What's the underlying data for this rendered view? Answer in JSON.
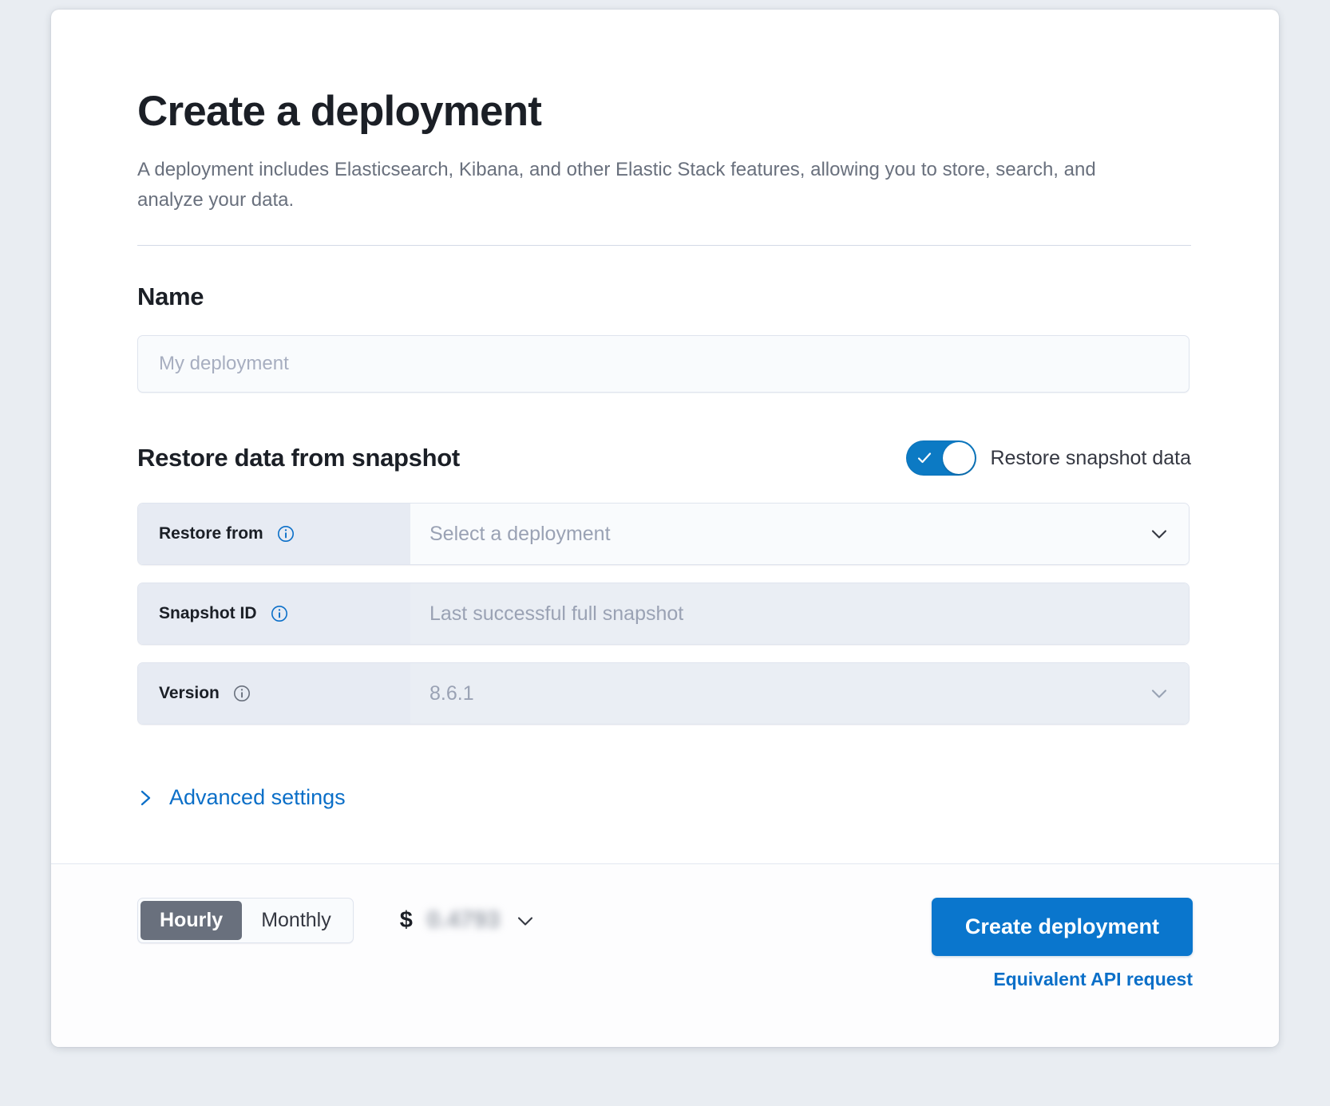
{
  "header": {
    "title": "Create a deployment",
    "description": "A deployment includes Elasticsearch, Kibana, and other Elastic Stack features, allowing you to store, search, and analyze your data."
  },
  "name_section": {
    "heading": "Name",
    "input_placeholder": "My deployment",
    "input_value": ""
  },
  "restore_section": {
    "heading": "Restore data from snapshot",
    "toggle_label": "Restore snapshot data",
    "toggle_on": true,
    "rows": [
      {
        "label": "Restore from",
        "value": "Select a deployment",
        "disabled": false,
        "has_chevron": true
      },
      {
        "label": "Snapshot ID",
        "value": "Last successful full snapshot",
        "disabled": true,
        "has_chevron": false
      },
      {
        "label": "Version",
        "value": "8.6.1",
        "disabled": true,
        "has_chevron": true
      }
    ],
    "advanced_settings_label": "Advanced settings"
  },
  "footer": {
    "billing_options": [
      "Hourly",
      "Monthly"
    ],
    "billing_selected": "Hourly",
    "price_currency": "$",
    "price_value": "0.4793",
    "create_button_label": "Create deployment",
    "api_link_label": "Equivalent API request"
  },
  "colors": {
    "accent_blue": "#0a76cd",
    "link_blue": "#0b6fc8",
    "toggle_on": "#0c7ac4",
    "segment_active": "#69707d",
    "text_dark": "#1b1f26",
    "text_muted": "#69707d",
    "placeholder": "#a7aec0",
    "field_bg": "#f9fbfd",
    "label_bg": "#e7ebf3",
    "disabled_bg": "#eaeef4",
    "border": "#dfe4ee",
    "page_bg": "#e9edf2"
  }
}
